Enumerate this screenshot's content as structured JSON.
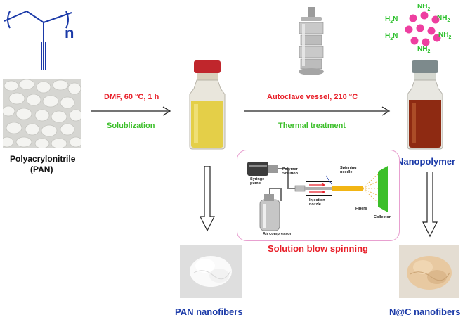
{
  "polymer_unit": {
    "repeat_symbol": "n"
  },
  "left": {
    "material_label_line1": "Polyacrylonitrile",
    "material_label_line2": "(PAN)"
  },
  "step1": {
    "condition": "DMF, 60 °C, 1 h",
    "process": "Solublization"
  },
  "step2": {
    "condition": "Autoclave vessel, 210 °C",
    "process": "Thermal treatment"
  },
  "nanoparticle": {
    "amine_labels": [
      {
        "base": "NH",
        "sub": "2"
      },
      {
        "base": "H",
        "sub": "2",
        "tail": "N"
      },
      {
        "base": "NH",
        "sub": "2"
      },
      {
        "base": "H",
        "sub": "2",
        "tail": "N"
      },
      {
        "base": "NH",
        "sub": "2"
      },
      {
        "base": "NH",
        "sub": "2"
      }
    ],
    "dot_color": "#ee3fa0"
  },
  "right": {
    "product_label": "Nanopolymer"
  },
  "sbs": {
    "title": "Solution blow spinning",
    "syringe_pump": "Syringe pump",
    "polymer_solution": "Polymer Solution",
    "spinning_needle": "Spinning needle",
    "injection_nozzle": "Injection nozzle",
    "fibers": "Fibers",
    "collector": "Collector",
    "air_compressor": "Air compressor",
    "border_color": "#e8a0d0"
  },
  "bottom": {
    "pan_fibers": "PAN nanofibers",
    "nc_fibers": "N@C nanofibers"
  },
  "colors": {
    "red": "#e8202a",
    "green": "#3cbf2a",
    "blue": "#1b3aa8",
    "pink": "#ee3fa0"
  }
}
